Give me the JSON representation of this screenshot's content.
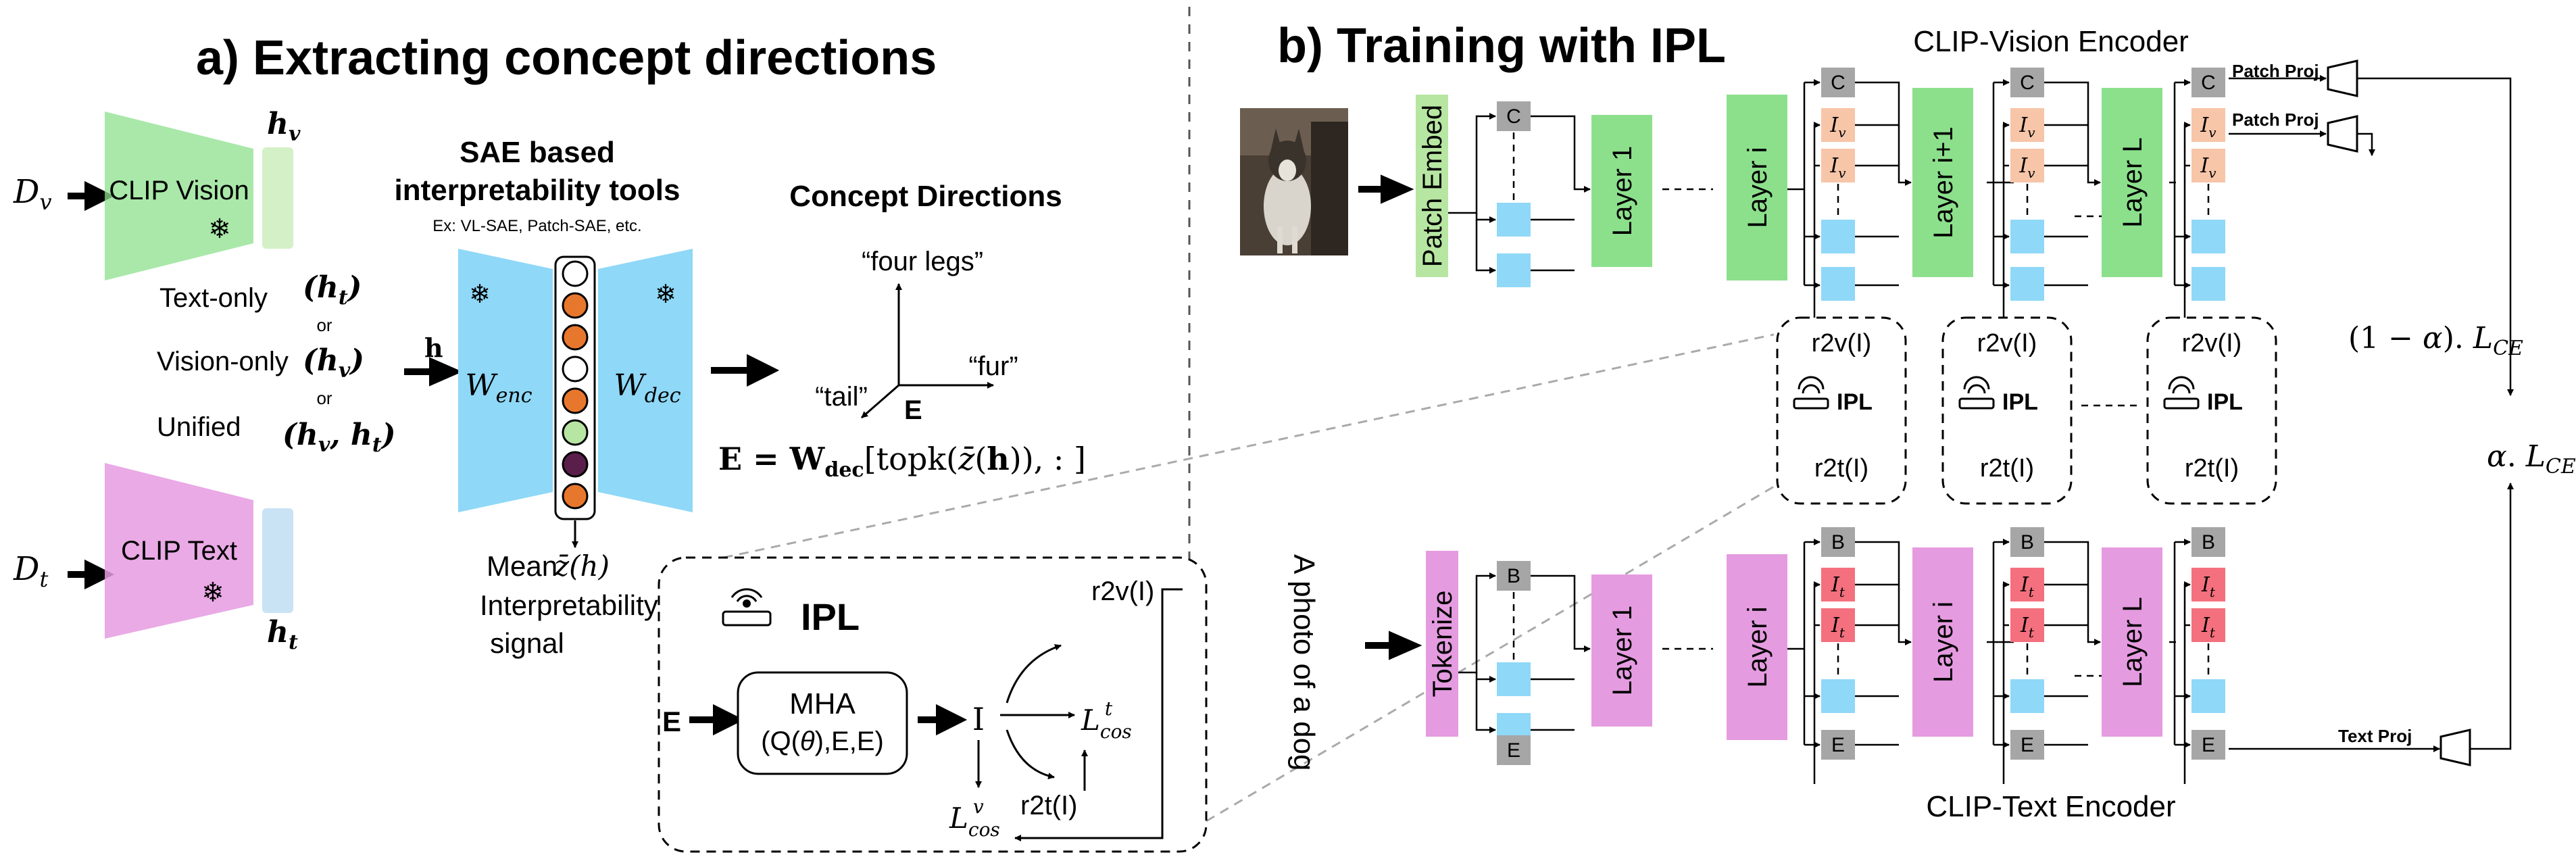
{
  "sections": {
    "a_title": "a) Extracting concept directions",
    "b_title": "b) Training with IPL"
  },
  "section_a": {
    "dv_label": "D_v",
    "dt_label": "D_t",
    "clip_vision": "CLIP Vision",
    "clip_text": "CLIP Text",
    "hv_label": "h_v",
    "ht_label": "h_t",
    "text_only": "Text-only",
    "text_only_math": "(h_t)",
    "or1": "or",
    "vision_only": "Vision-only",
    "vision_only_math": "(h_v)",
    "or2": "or",
    "unified": "Unified",
    "unified_math": "(h_v, h_t)",
    "sae_title_1": "SAE based",
    "sae_title_2": "interpretability tools",
    "sae_examples": "Ex: VL-SAE, Patch-SAE, etc.",
    "h_arrow_label": "h",
    "w_enc": "W_enc",
    "w_dec": "W_dec",
    "mean_label": "Mean",
    "zbar_label": "z̄(h)",
    "interp_1": "Interpretability",
    "interp_2": "signal",
    "concept_title": "Concept Directions",
    "concept_four_legs": "“four legs”",
    "concept_fur": "“fur”",
    "concept_tail": "“tail”",
    "concept_E": "E",
    "e_formula": "E = W_dec[ topk( z̄(h) ), : ]"
  },
  "ipl_box": {
    "title": "IPL",
    "e_input": "E",
    "mha_1": "MHA",
    "mha_2": "(Q(θ),E,E)",
    "i_symbol": "I",
    "r2v": "r2v(I)",
    "r2t": "r2t(I)",
    "l_cos_t": "L_cos^t",
    "l_cos_v": "L_cos^v"
  },
  "section_b": {
    "vision_encoder_title": "CLIP-Vision Encoder",
    "text_encoder_title": "CLIP-Text Encoder",
    "patch_embed": "Patch Embed",
    "tokenize": "Tokenize",
    "caption": "A photo of a dog",
    "vision_layers": [
      "Layer 1",
      "Layer i",
      "Layer i+1",
      "Layer L"
    ],
    "text_layers": [
      "Layer 1",
      "Layer i",
      "Layer i",
      "Layer L"
    ],
    "token_c": "C",
    "token_b": "B",
    "token_e": "E",
    "token_iv": "I_v",
    "token_it": "I_t",
    "patch_proj_1": "Patch Proj",
    "patch_proj_2": "Patch Proj",
    "text_proj": "Text Proj",
    "ipl_units": [
      {
        "r2v": "r2v(I)",
        "ipl": "IPL",
        "r2t": "r2t(I)"
      },
      {
        "r2v": "r2v(I)",
        "ipl": "IPL",
        "r2t": "r2t(I)"
      },
      {
        "r2v": "r2v(I)",
        "ipl": "IPL",
        "r2t": "r2t(I)"
      }
    ],
    "loss_ce_1": "(1 − α). L_CE",
    "loss_ce_2": "α. L_CE"
  },
  "colors": {
    "green": "#8ce08c",
    "pink": "#e59be0",
    "light_blue": "#8fd8f7",
    "light_green": "#b7e6a2",
    "peach": "#f7c5a8",
    "red": "#f4707e",
    "gray": "#a6a6a6",
    "orange": "#e8772e",
    "purple": "#5a1e4a",
    "green_text": "#4cc94c",
    "orange_text": "#cc5a10",
    "tail_text": "#4b1a40"
  }
}
